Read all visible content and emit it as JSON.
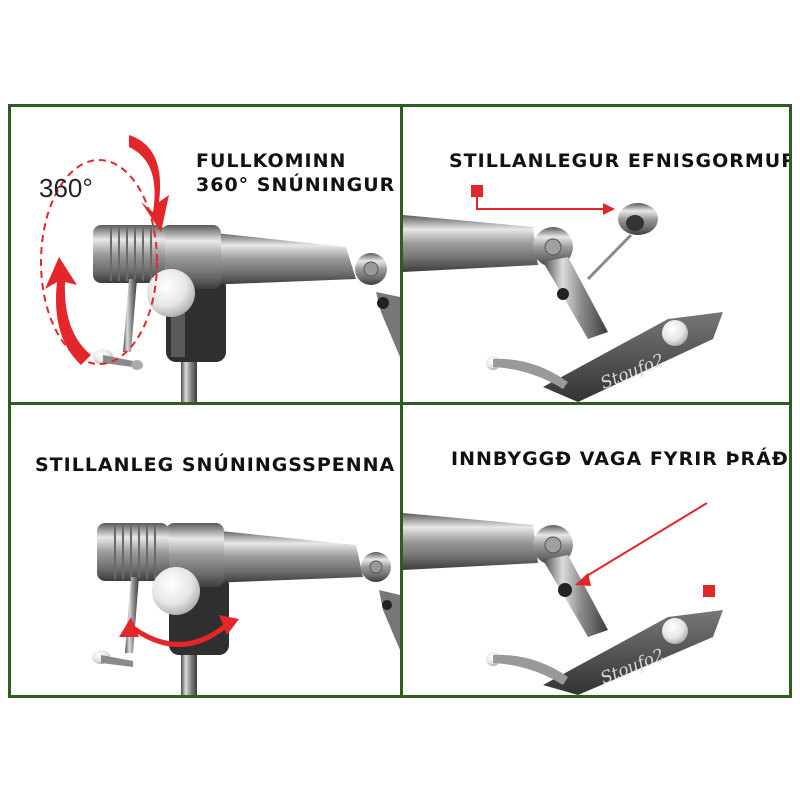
{
  "panels": {
    "rotation": {
      "title_line1": "FULLKOMINN",
      "title_line2": "360° SNÚNINGUR",
      "degree_label": "360°"
    },
    "material_spring": {
      "title": "STILLANLEGUR EFNISGORMUR",
      "brand": "Stoufo2"
    },
    "tension": {
      "title": "STILLANLEG SNÚNINGSSPENNA"
    },
    "thread_cradle": {
      "title": "INNBYGGÐ VAGA FYRIR ÞRÁÐ",
      "brand": "Stoufo2"
    }
  },
  "colors": {
    "border": "#2e5e1f",
    "accent_red": "#e3262a",
    "metal": "#9a9a9a",
    "text": "#111111"
  }
}
